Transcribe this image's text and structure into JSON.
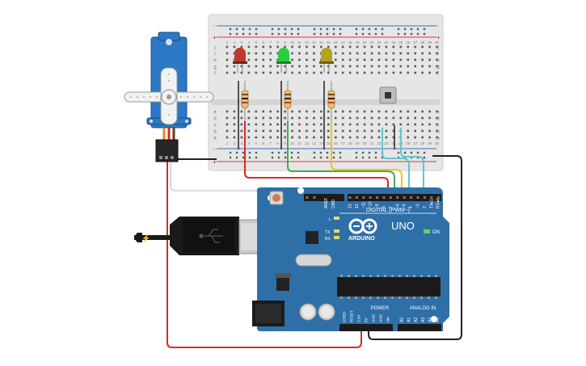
{
  "breadboard": {
    "row_letters": [
      "j",
      "i",
      "h",
      "g",
      "f",
      "e",
      "d",
      "c",
      "b",
      "a"
    ],
    "column_numbers": [
      "1",
      "2",
      "3",
      "4",
      "5",
      "6",
      "7",
      "8",
      "9",
      "10",
      "11",
      "12",
      "13",
      "14",
      "15",
      "16",
      "17",
      "18",
      "19",
      "20",
      "21",
      "22",
      "23",
      "24",
      "25",
      "26",
      "27",
      "28",
      "29",
      "30"
    ],
    "rail_minus": "-",
    "rail_plus": "+"
  },
  "leds": [
    {
      "color": "#c0392b"
    },
    {
      "color": "#2ecc40"
    },
    {
      "color": "#b8a11a"
    }
  ],
  "arduino": {
    "brand": "ARDUINO",
    "model": "UNO",
    "on_label": "ON",
    "digital_label": "DIGITAL (PWM~)",
    "power_label": "POWER",
    "analog_label": "ANALOG IN",
    "l_label": "L",
    "tx_label": "TX",
    "rx_label": "RX",
    "aref": "AREF",
    "gnd": "GND",
    "digital_pins": [
      "13",
      "12",
      "~11",
      "~10",
      "~9",
      "8",
      "7",
      "~6",
      "~5",
      "4",
      "~3",
      "2",
      "TX▸1",
      "RX◂0"
    ],
    "power_pins": [
      "IOREF",
      "RESET",
      "3.3V",
      "5V",
      "GND",
      "GND",
      "Vin"
    ],
    "analog_pins": [
      "A0",
      "A1",
      "A2",
      "A3",
      "A4",
      "A5"
    ],
    "board_color": "#2f6fa8"
  },
  "wires": {
    "red": "#d62a2a",
    "green": "#3fae49",
    "yellow": "#f0c419",
    "cyan": "#5fc6cf",
    "black": "#222222",
    "white": "#e8e8e8"
  }
}
